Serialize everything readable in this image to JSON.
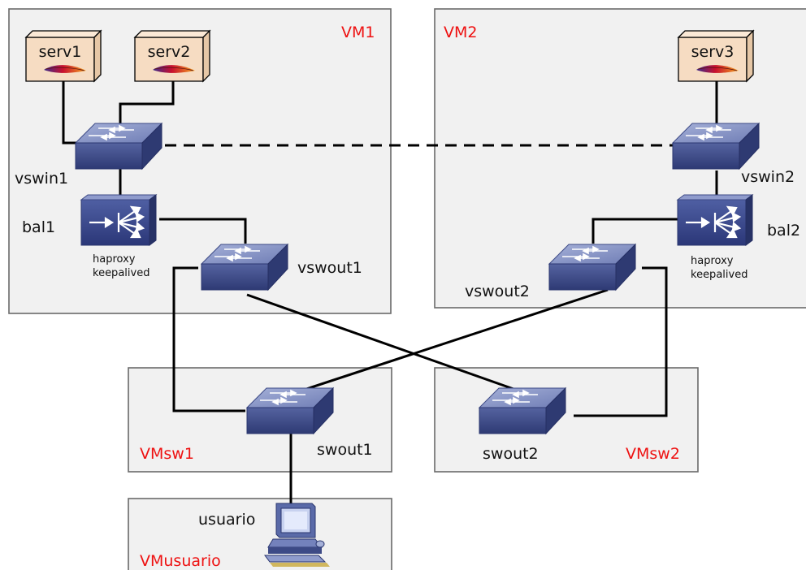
{
  "vms": {
    "vm1": "VM1",
    "vm2": "VM2",
    "vmsw1": "VMsw1",
    "vmsw2": "VMsw2",
    "vmusuario": "VMusuario"
  },
  "servers": {
    "serv1": "serv1",
    "serv2": "serv2",
    "serv3": "serv3"
  },
  "switches": {
    "vswin1": "vswin1",
    "vswin2": "vswin2",
    "vswout1": "vswout1",
    "vswout2": "vswout2",
    "swout1": "swout1",
    "swout2": "swout2"
  },
  "balancers": {
    "bal1": "bal1",
    "bal2": "bal2",
    "software_line1": "haproxy",
    "software_line2": "keepalived"
  },
  "hosts": {
    "usuario": "usuario"
  },
  "colors": {
    "vm_label": "#ee1111",
    "vm_background": "#f1f1f1",
    "switch_top": "#8592c2",
    "switch_front": "#3d4a86",
    "server_box": "#f6dcc2"
  },
  "icons": {
    "server": "apache-feather-icon",
    "switch": "network-switch-icon",
    "balancer": "load-balancer-icon",
    "host": "desktop-computer-icon"
  }
}
